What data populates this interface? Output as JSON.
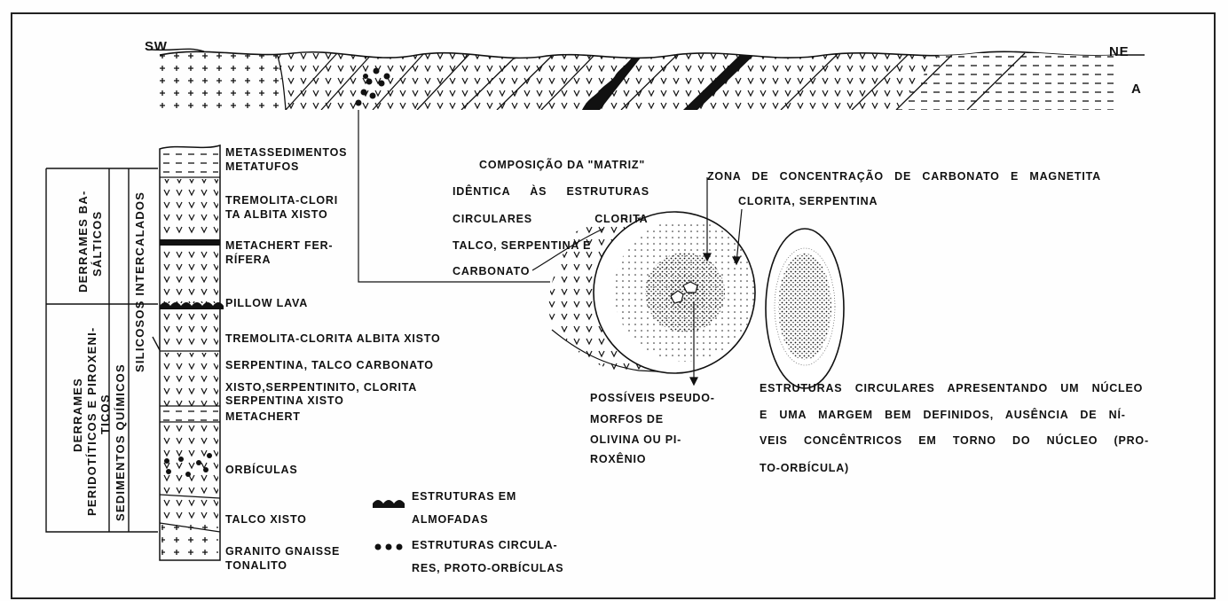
{
  "section": {
    "left_label": "SW",
    "right_label": "NE",
    "figure_letter": "A"
  },
  "column": {
    "units": [
      "METASSEDIMENTOS",
      "METATUFOS",
      "TREMOLITA-CLORI",
      "TA ALBITA XISTO",
      "METACHERT FER-",
      "RÍFERA",
      "PILLOW LAVA",
      "TREMOLITA-CLORITA ALBITA XISTO",
      "SERPENTINA, TALCO CARBONATO",
      "XISTO,SERPENTINITO, CLORITA",
      "SERPENTINA XISTO",
      "METACHERT",
      "ORBÍCULAS",
      "TALCO XISTO",
      "GRANITO GNAISSE",
      "TONALITO"
    ],
    "groups": {
      "a1": "DERRAMES BA-",
      "a2": "SÁLTICOS",
      "b1": "DERRAMES",
      "b2": "PERIDOTÍTICOS E PIROXENI-",
      "b3": "TICOS",
      "c1": "SILICOSOS INTERCALADOS",
      "c2": "SEDIMENTOS QUÍMICOS"
    }
  },
  "legend": {
    "pillow_1": "ESTRUTURAS EM",
    "pillow_2": "ALMOFADAS",
    "circ_1": "ESTRUTURAS CIRCULA-",
    "circ_2": "RES, PROTO-ORBÍCULAS"
  },
  "detail": {
    "matrix_1": "COMPOSIÇÃO DA \"MATRIZ\"",
    "matrix_2": "IDÊNTICA ÀS ESTRUTURAS",
    "matrix_3": "CIRCULARES CLORITA",
    "matrix_4": "TALCO, SERPENTINA E",
    "matrix_5": "CARBONATO",
    "zone_1": "ZONA DE CONCENTRAÇÃO DE CARBONATO E MAGNETITA",
    "zone_2": "CLORITA, SERPENTINA",
    "pseudo_1": "POSSÍVEIS PSEUDO-",
    "pseudo_2": "MORFOS DE",
    "pseudo_3": "OLIVINA OU PI-",
    "pseudo_4": "ROXÊNIO",
    "desc_1": "ESTRUTURAS CIRCULARES APRESENTANDO UM NÚCLEO",
    "desc_2": "E UMA MARGEM BEM DEFINIDOS, AUSÊNCIA DE NÍ-",
    "desc_3": "VEIS CONCÊNTRICOS EM TORNO DO NÚCLEO (PRO-",
    "desc_4": "TO-ORBÍCULA)"
  }
}
